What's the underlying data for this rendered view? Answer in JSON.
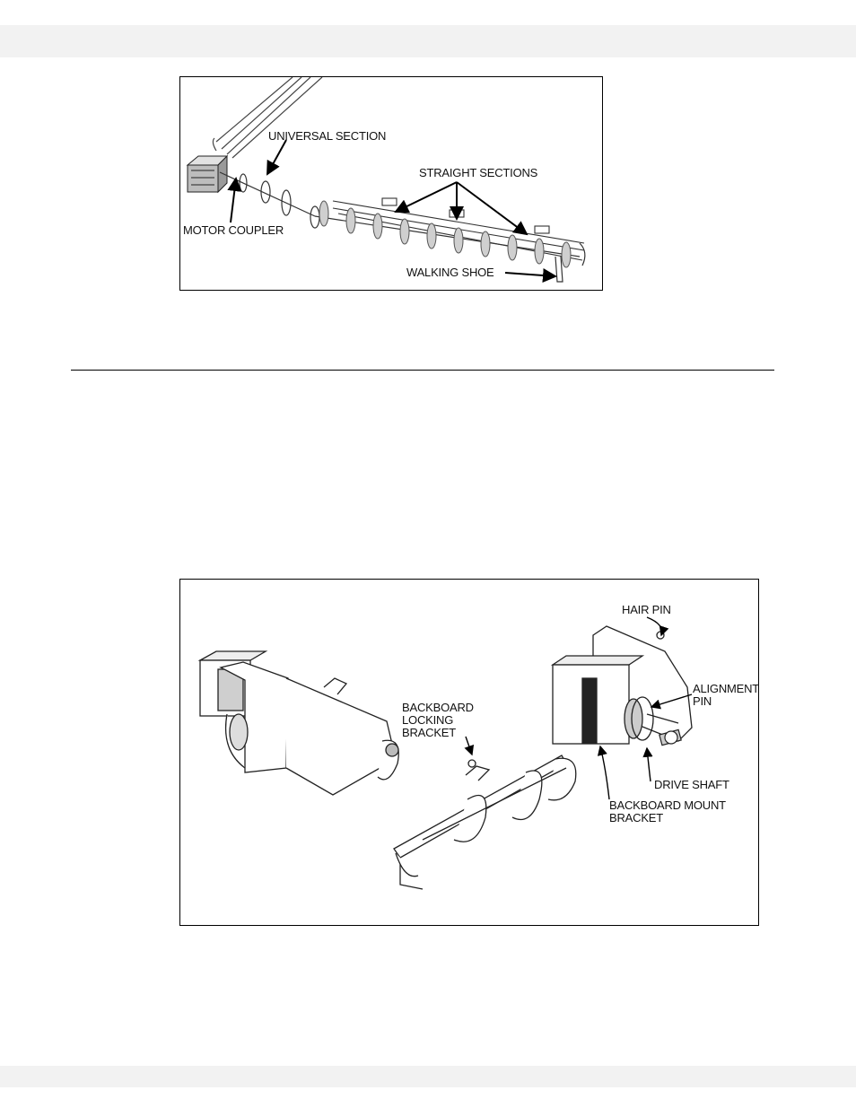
{
  "figure1": {
    "labels": {
      "universal_section": "UNIVERSAL SECTION",
      "straight_sections": "STRAIGHT SECTIONS",
      "motor_coupler": "MOTOR COUPLER",
      "walking_shoe": "WALKING SHOE"
    }
  },
  "figure2": {
    "labels": {
      "hair_pin": "HAIR PIN",
      "alignment_pin": "ALIGNMENT\nPIN",
      "backboard_locking_bracket": "BACKBOARD\nLOCKING\nBRACKET",
      "drive_shaft": "DRIVE SHAFT",
      "backboard_mount_bracket": "BACKBOARD MOUNT\nBRACKET"
    }
  }
}
